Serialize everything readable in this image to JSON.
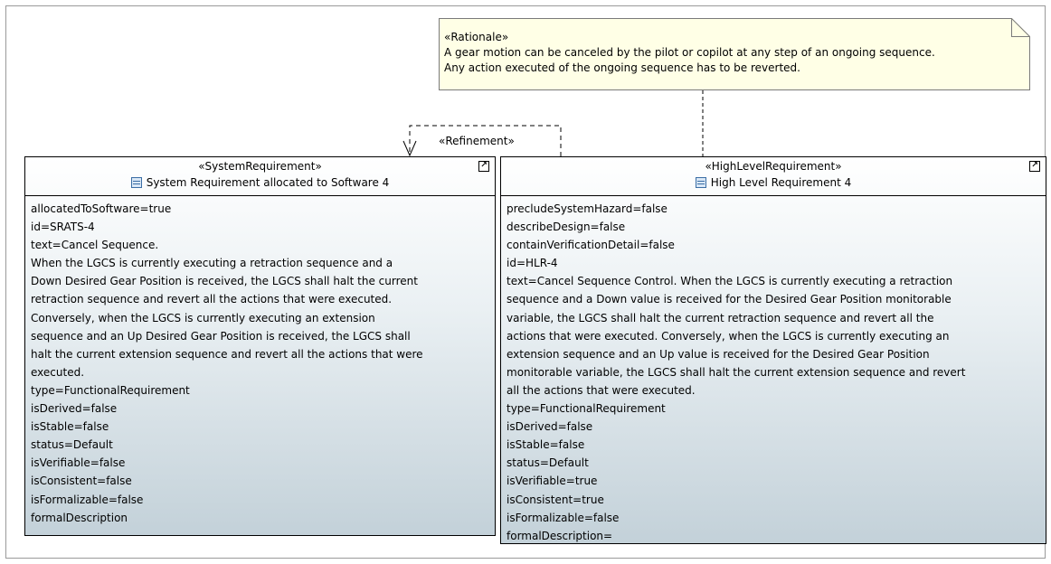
{
  "note": {
    "stereotype": "«Rationale»",
    "lines": [
      "A gear motion can be canceled by the pilot or copilot at any step of an ongoing sequence.",
      "Any action executed of the ongoing sequence has to be reverted."
    ]
  },
  "relation": {
    "label": "«Refinement»"
  },
  "blocks": [
    {
      "stereotype": "«SystemRequirement»",
      "name": "System Requirement allocated to Software 4",
      "icon": "requirement-icon",
      "props": [
        "allocatedToSoftware=true",
        "id=SRATS-4",
        "text=Cancel Sequence.",
        "When the LGCS is currently executing a retraction sequence and a",
        "Down Desired Gear Position is received, the LGCS shall halt the current",
        "retraction sequence and revert all the actions that were executed.",
        "Conversely, when the LGCS is currently executing an extension",
        "sequence and an Up Desired Gear Position is received, the LGCS shall",
        "halt the current extension sequence and revert all the actions that were",
        "executed.",
        "type=FunctionalRequirement",
        "isDerived=false",
        "isStable=false",
        "status=Default",
        "isVerifiable=false",
        "isConsistent=false",
        "isFormalizable=false",
        "formalDescription"
      ]
    },
    {
      "stereotype": "«HighLevelRequirement»",
      "name": "High Level Requirement 4",
      "icon": "requirement-icon",
      "props": [
        "precludeSystemHazard=false",
        "describeDesign=false",
        "containVerificationDetail=false",
        "id=HLR-4",
        "text=Cancel Sequence Control. When the LGCS is currently executing a retraction",
        "sequence and a Down value is received for the Desired Gear Position monitorable",
        "variable, the LGCS shall halt the current retraction sequence and revert all the",
        "actions that were executed. Conversely, when the LGCS is currently executing an",
        "extension sequence and an Up value is received for the Desired Gear Position",
        "monitorable variable, the LGCS shall halt the current extension sequence and revert",
        "all the actions that were executed.",
        "type=FunctionalRequirement",
        "isDerived=false",
        "isStable=false",
        "status=Default",
        "isVerifiable=true",
        "isConsistent=true",
        "isFormalizable=false",
        "formalDescription="
      ]
    }
  ],
  "colors": {
    "note_fill": "#ffffe6",
    "block_gradient_bottom": "#c3d1d9",
    "icon_blue": "#3b6ea5"
  }
}
